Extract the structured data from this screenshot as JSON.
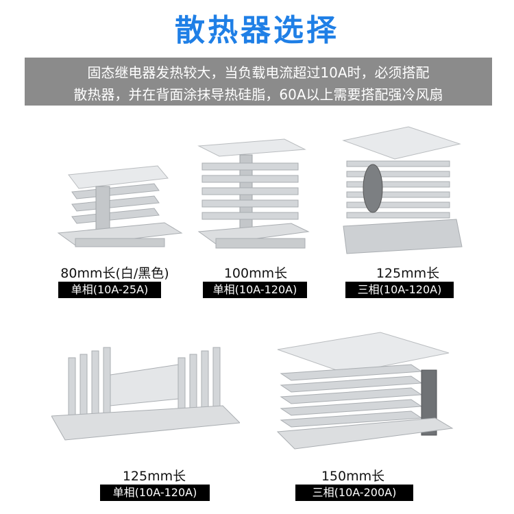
{
  "title": "散热器选择",
  "banner": {
    "line1": "固态继电器发热较大，当负载电流超过10A时，必须搭配",
    "line2": "散热器，并在背面涂抹导热硅脂，60A以上需要搭配强冷风扇"
  },
  "products": [
    {
      "length": "80mm长(白/黑色)",
      "spec": "单相(10A-25A)"
    },
    {
      "length": "100mm长",
      "spec": "单相(10A-120A)"
    },
    {
      "length": "125mm长",
      "spec": "三相(10A-120A)"
    },
    {
      "length": "125mm长",
      "spec": "单相(10A-120A)"
    },
    {
      "length": "150mm长",
      "spec": "三相(10A-200A)"
    }
  ],
  "colors": {
    "title": "#1f7fe6",
    "banner": "#8b8b8b",
    "spec_bg": "#000000",
    "metal": "#d8dadc"
  }
}
